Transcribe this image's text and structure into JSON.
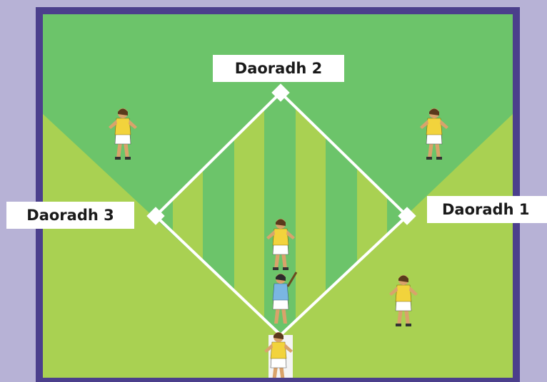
{
  "bases": {
    "second": "Daoradh 2",
    "third": "Daoradh 3",
    "first": "Daoradh 1"
  },
  "colors": {
    "background": "#b7b2d6",
    "border": "#4b3f8c",
    "dark_green": "#6cc46a",
    "light_green": "#a9d152",
    "chalk": "#ffffff",
    "jersey_yellow": "#f2d33c",
    "batter_blue": "#7ab6e3"
  }
}
